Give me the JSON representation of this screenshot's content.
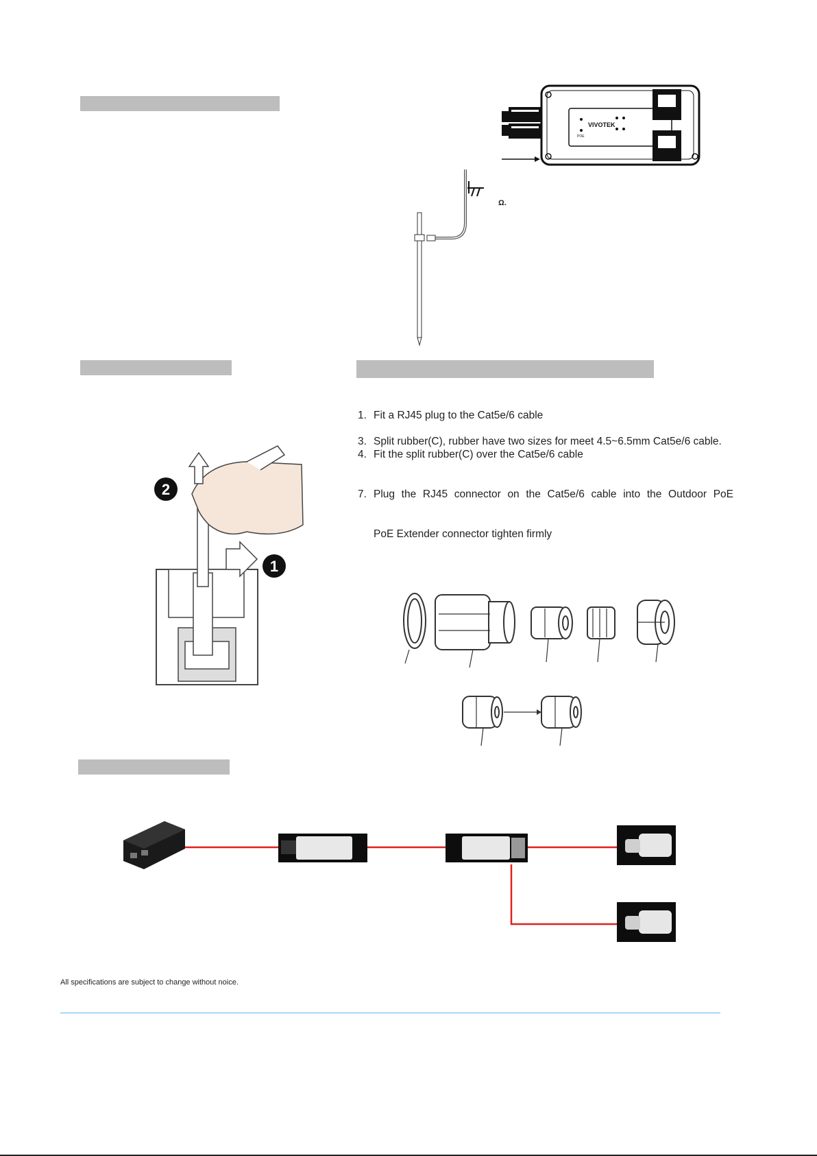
{
  "ground_note": "Ω.",
  "brand": "VIVOTEK",
  "poe_label": "POE",
  "installation_steps": [
    {
      "num": "1.",
      "text": "Fit a RJ45 plug to the Cat5e/6 cable"
    },
    {
      "num": "3.",
      "text": "Split rubber(C), rubber have two sizes for meet 4.5~6.5mm Cat5e/6 cable."
    },
    {
      "num": "4.",
      "text": "Fit the split rubber(C) over the Cat5e/6 cable"
    },
    {
      "num": "7.",
      "text": "Plug the RJ45 connector on the Cat5e/6 cable into the Outdoor PoE"
    },
    {
      "num": "",
      "text": "PoE Extender connector tighten firmly"
    }
  ],
  "rj45_callouts": [
    "2",
    "1"
  ],
  "footer_note": "All specifications are subject to change without noice.",
  "colors": {
    "cable": "#e02020",
    "section_bar": "#bdbdbd",
    "rule": "#5bb5ea"
  }
}
